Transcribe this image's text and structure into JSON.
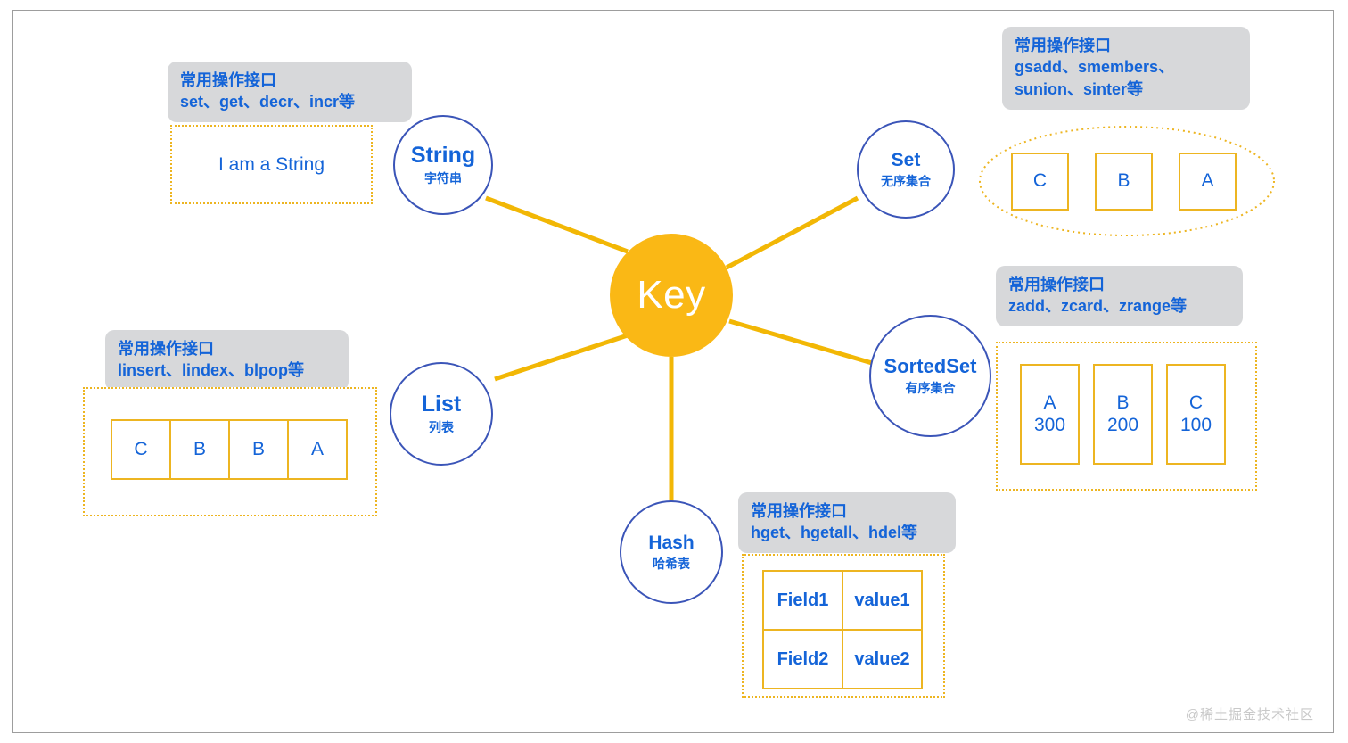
{
  "diagram": {
    "center": {
      "label": "Key",
      "color": "#FAB815"
    },
    "edge_color": "#F2B705",
    "accent_blue": "#1464D8",
    "caption_bg": "#D7D8DA",
    "gold": "#EDB521"
  },
  "nodes": {
    "string": {
      "en": "String",
      "cn": "字符串"
    },
    "list": {
      "en": "List",
      "cn": "列表"
    },
    "hash": {
      "en": "Hash",
      "cn": "哈希表"
    },
    "set": {
      "en": "Set",
      "cn": "无序集合"
    },
    "sortedset": {
      "en": "SortedSet",
      "cn": "有序集合"
    }
  },
  "captions": {
    "title": "常用操作接口",
    "string": {
      "title": "常用操作接口",
      "ops": "set、get、decr、incr等"
    },
    "set": {
      "title": "常用操作接口",
      "ops": "gsadd、smembers、\nsunion、sinter等"
    },
    "sortedset": {
      "title": "常用操作接口",
      "ops": "zadd、zcard、zrange等"
    },
    "list": {
      "title": "常用操作接口",
      "ops": "linsert、lindex、blpop等"
    },
    "hash": {
      "title": "常用操作接口",
      "ops": "hget、hgetall、hdel等"
    }
  },
  "values": {
    "string_value": "I am a String",
    "list_cells": [
      "C",
      "B",
      "B",
      "A"
    ],
    "set_cells": [
      "C",
      "B",
      "A"
    ],
    "sortedset_cells": [
      {
        "member": "A",
        "score": "300"
      },
      {
        "member": "B",
        "score": "200"
      },
      {
        "member": "C",
        "score": "100"
      }
    ],
    "hash_rows": [
      {
        "field": "Field1",
        "value": "value1"
      },
      {
        "field": "Field2",
        "value": "value2"
      }
    ]
  },
  "watermark": "@稀土掘金技术社区"
}
